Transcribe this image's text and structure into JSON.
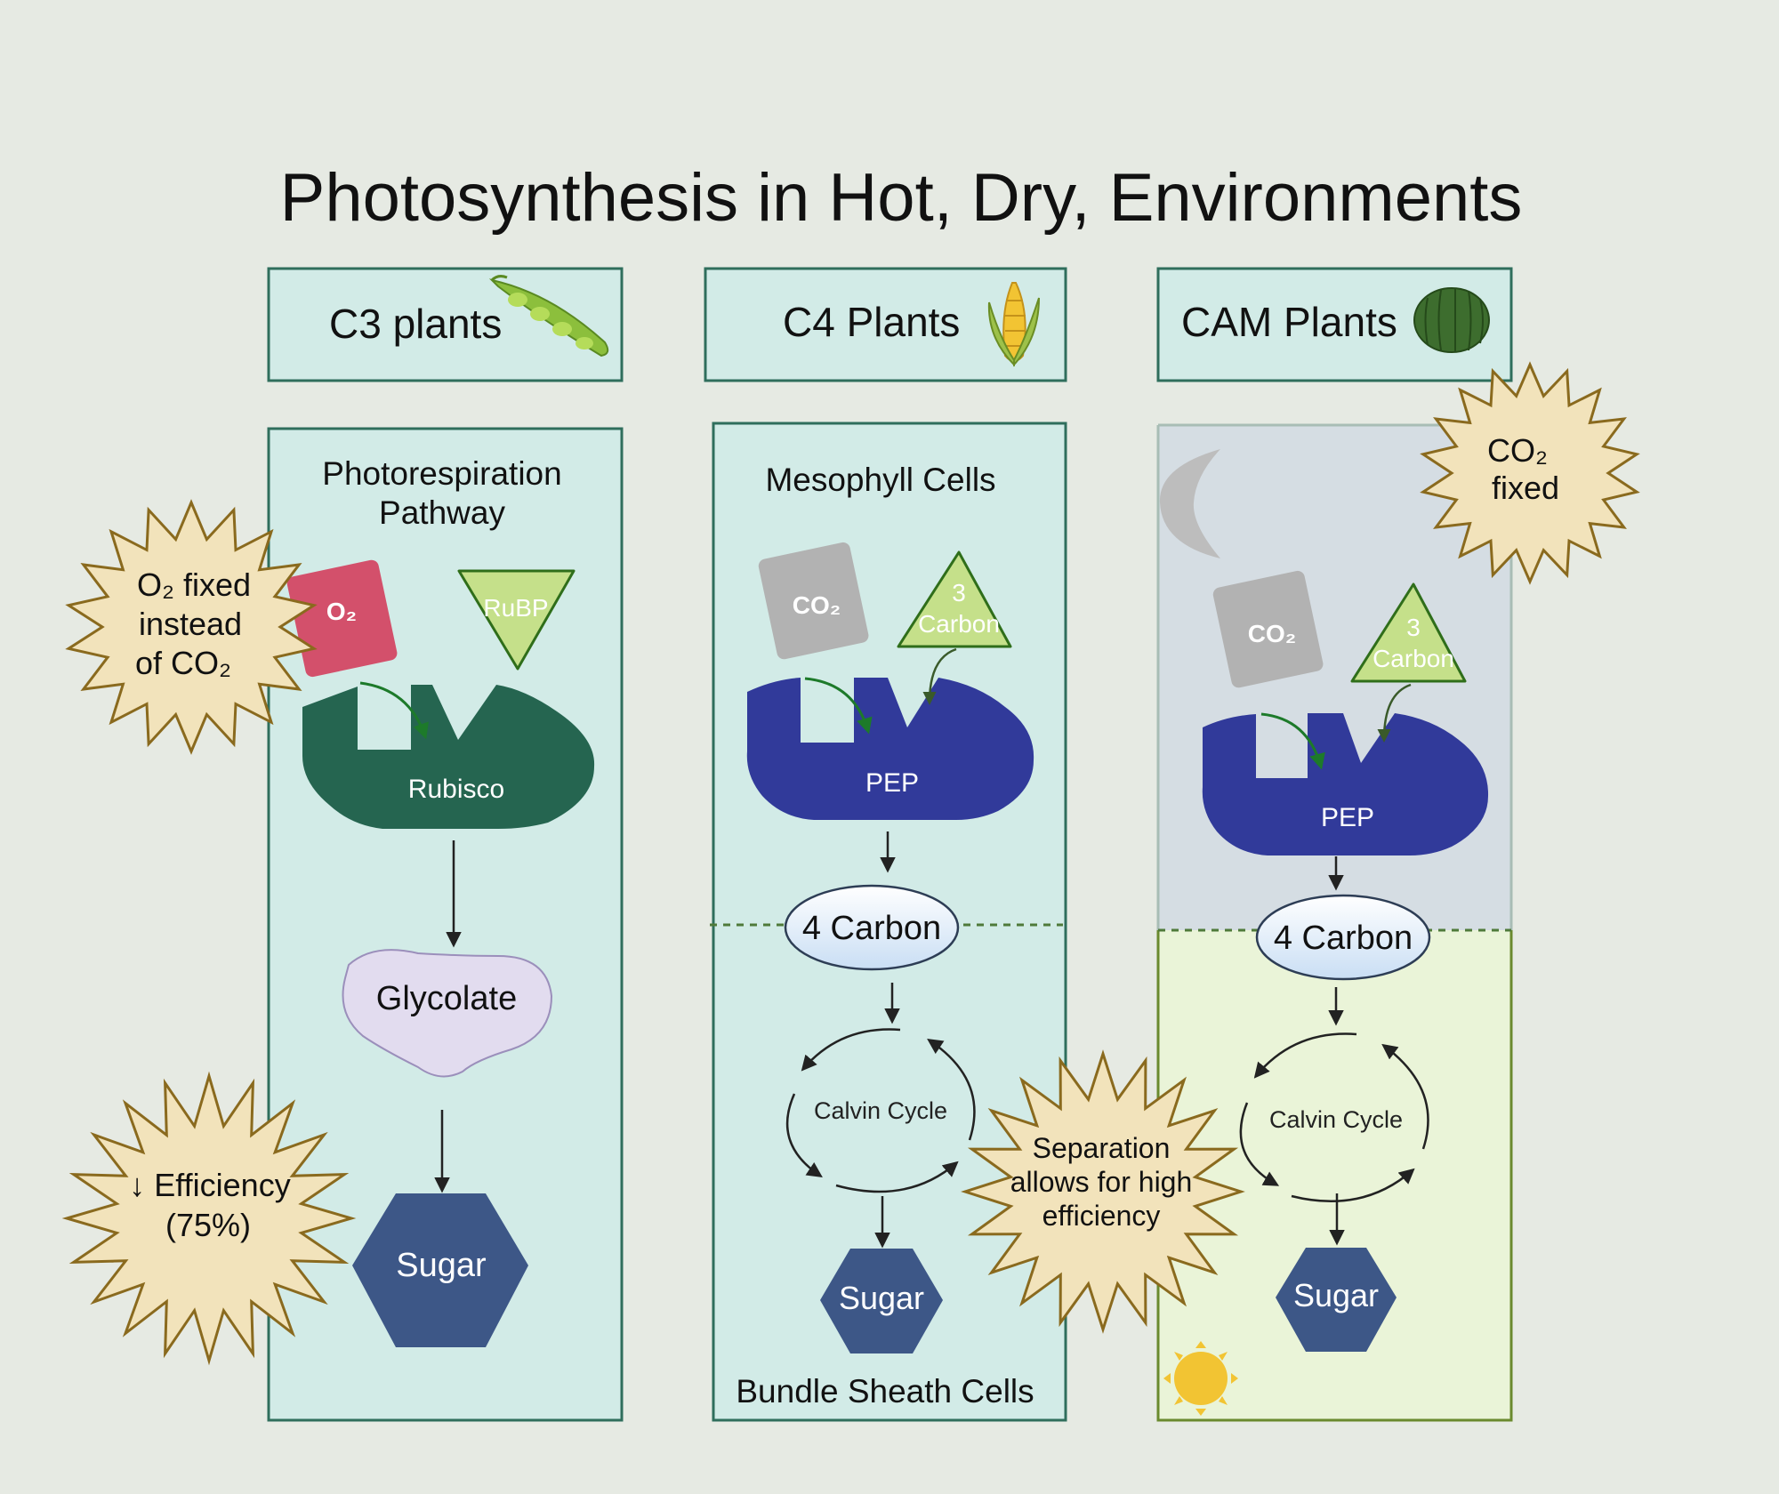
{
  "title": "Photosynthesis in Hot, Dry, Environments",
  "c3": {
    "header": "C3 plants",
    "header_icon": "pea-pod-icon",
    "panel_title_line1": "Photorespiration",
    "panel_title_line2": "Pathway",
    "o2_label": "O₂",
    "rubp_label": "RuBP",
    "enzyme_label": "Rubisco",
    "intermediate_label": "Glycolate",
    "product_label": "Sugar",
    "burst_o2_line1": "O₂ fixed",
    "burst_o2_line2": "instead",
    "burst_o2_line3": "of CO₂",
    "burst_eff_line1": "↓ Efficiency",
    "burst_eff_line2": "(75%)"
  },
  "c4": {
    "header": "C4 Plants",
    "header_icon": "corn-icon",
    "top_label": "Mesophyll Cells",
    "co2_label": "CO₂",
    "three_carbon_line1": "3",
    "three_carbon_line2": "Carbon",
    "enzyme_label": "PEP",
    "four_carbon_label": "4 Carbon",
    "cycle_label": "Calvin Cycle",
    "product_label": "Sugar",
    "bottom_label": "Bundle Sheath Cells"
  },
  "cam": {
    "header": "CAM Plants",
    "header_icon": "cactus-icon",
    "burst_co2_line1": "CO₂",
    "burst_co2_line2": "fixed",
    "co2_label": "CO₂",
    "three_carbon_line1": "3",
    "three_carbon_line2": "Carbon",
    "enzyme_label": "PEP",
    "four_carbon_label": "4 Carbon",
    "cycle_label": "Calvin Cycle",
    "product_label": "Sugar",
    "night_icon": "moon-icon",
    "day_icon": "sun-icon"
  },
  "separation_burst_line1": "Separation",
  "separation_burst_line2": "allows for high",
  "separation_burst_line3": "efficiency",
  "colors": {
    "background": "#e6eae3",
    "panel_fill": "#d2ebe7",
    "panel_stroke": "#2f6e5c",
    "rubisco": "#256550",
    "pep": "#313a9a",
    "sugar": "#3d5787",
    "o2": "#d3506b",
    "three_carbon": "#c5e08a",
    "co2": "#b2b2b2",
    "glycolate": "#e2dcef",
    "burst": "#f2e3bb",
    "night": "#d5dde3",
    "day": "#eaf4d8",
    "arrow_green": "#1d7a2a"
  }
}
